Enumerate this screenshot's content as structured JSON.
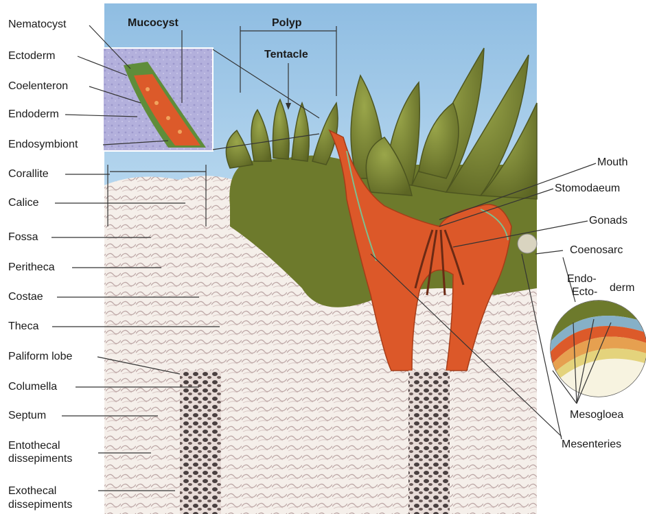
{
  "colors": {
    "sky": "#9cc6e6",
    "tentacle": "#6f7a2c",
    "tentacle_light": "#8e9a3d",
    "polyp_orange": "#de5a2a",
    "skeleton": "#f4eee9",
    "skeleton_shade": "#c9b7b5",
    "inset_bg": "#b7b3de",
    "line": "#333333"
  },
  "labels": {
    "left": {
      "nematocyst": "Nematocyst",
      "ectoderm": "Ectoderm",
      "coelenteron": "Coelenteron",
      "endoderm": "Endoderm",
      "endosymbiont": "Endosymbiont",
      "corallite": "Corallite",
      "calice": "Calice",
      "fossa": "Fossa",
      "peritheca": "Peritheca",
      "costae": "Costae",
      "theca": "Theca",
      "paliform_lobe": "Paliform lobe",
      "columella": "Columella",
      "septum": "Septum",
      "entothecal_1": "Entothecal",
      "entothecal_2": "dissepiments",
      "exothecal_1": "Exothecal",
      "exothecal_2": "dissepiments"
    },
    "top": {
      "mucocyst": "Mucocyst",
      "polyp": "Polyp",
      "tentacle": "Tentacle"
    },
    "right": {
      "mouth": "Mouth",
      "stomodaeum": "Stomodaeum",
      "gonads": "Gonads",
      "coenosarc": "Coenosarc",
      "endo": "Endo-",
      "derm": "derm",
      "ecto": "Ecto-",
      "mesogloea": "Mesogloea",
      "mesenteries": "Mesenteries"
    }
  }
}
